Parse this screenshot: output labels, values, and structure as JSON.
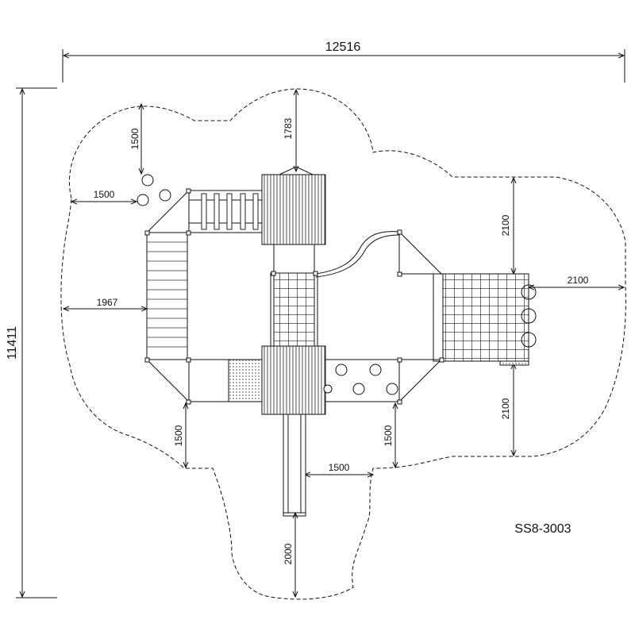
{
  "drawing": {
    "model_code": "SS8-3003",
    "overall_width": "12516",
    "overall_height": "11411"
  },
  "dimensions": {
    "top_left_vertical": "1500",
    "top_left_horizontal": "1500",
    "top_center_vertical": "1783",
    "left_horizontal": "1967",
    "right_upper_vertical": "2100",
    "right_horizontal": "2100",
    "right_lower_vertical": "2100",
    "bottom_left_vertical": "1500",
    "bottom_center_horizontal": "1500",
    "bottom_right_vertical": "1500",
    "bottom_center_vertical": "2000"
  }
}
